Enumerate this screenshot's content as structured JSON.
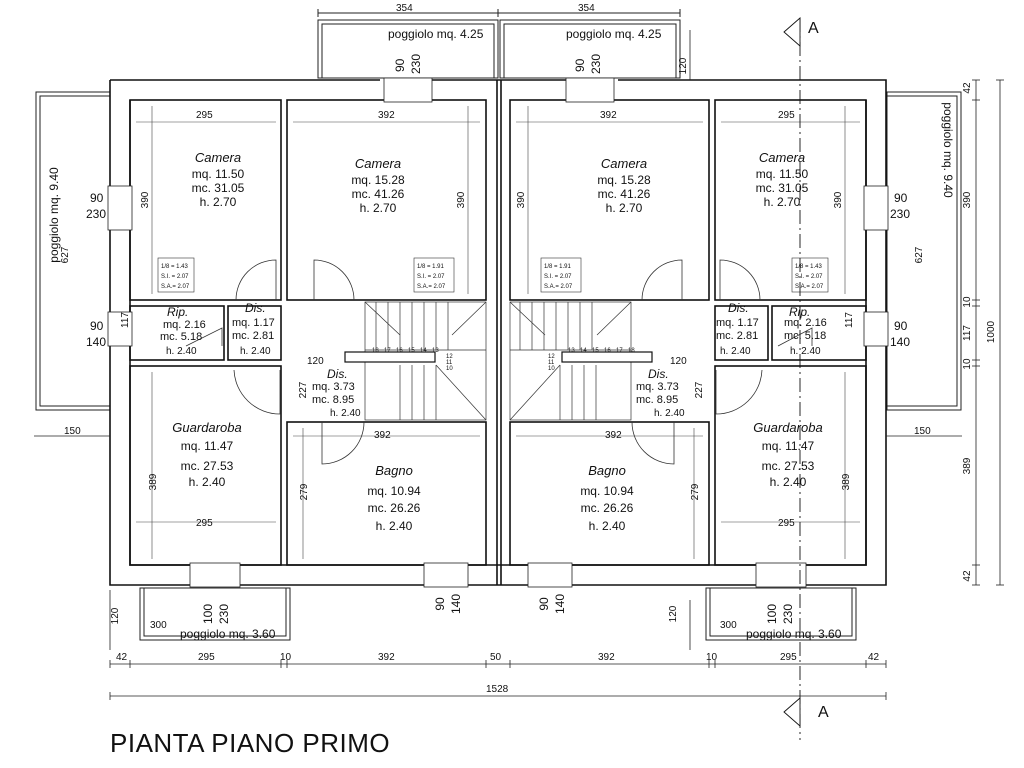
{
  "title": "PIANTA PIANO PRIMO",
  "section_mark": "A",
  "rooms": [
    {
      "id": "camera-l",
      "name": "Camera",
      "mq": "mq. 11.50",
      "mc": "mc. 31.05",
      "h": "h. 2.70"
    },
    {
      "id": "camera-ml",
      "name": "Camera",
      "mq": "mq. 15.28",
      "mc": "mc. 41.26",
      "h": "h. 2.70"
    },
    {
      "id": "camera-mr",
      "name": "Camera",
      "mq": "mq. 15.28",
      "mc": "mc. 41.26",
      "h": "h. 2.70"
    },
    {
      "id": "camera-r",
      "name": "Camera",
      "mq": "mq. 11.50",
      "mc": "mc. 31.05",
      "h": "h. 2.70"
    },
    {
      "id": "rip-l",
      "name": "Rip.",
      "mq": "mq. 2.16",
      "mc": "mc. 5.18",
      "h": "h. 2.40"
    },
    {
      "id": "dis-l",
      "name": "Dis.",
      "mq": "mq. 1.17",
      "mc": "mc. 2.81",
      "h": "h. 2.40"
    },
    {
      "id": "dis-r",
      "name": "Dis.",
      "mq": "mq. 1.17",
      "mc": "mc. 2.81",
      "h": "h. 2.40"
    },
    {
      "id": "rip-r",
      "name": "Rip.",
      "mq": "mq. 2.16",
      "mc": "mc. 5.18",
      "h": "h. 2.40"
    },
    {
      "id": "dis2-l",
      "name": "Dis.",
      "mq": "mq. 3.73",
      "mc": "mc. 8.95",
      "h": "h. 2.40"
    },
    {
      "id": "dis2-r",
      "name": "Dis.",
      "mq": "mq. 3.73",
      "mc": "mc. 8.95",
      "h": "h. 2.40"
    },
    {
      "id": "guard-l",
      "name": "Guardaroba",
      "mq": "mq. 11.47",
      "mc": "mc. 27.53",
      "h": "h. 2.40"
    },
    {
      "id": "bagno-l",
      "name": "Bagno",
      "mq": "mq. 10.94",
      "mc": "mc. 26.26",
      "h": "h. 2.40"
    },
    {
      "id": "bagno-r",
      "name": "Bagno",
      "mq": "mq. 10.94",
      "mc": "mc. 26.26",
      "h": "h. 2.40"
    },
    {
      "id": "guard-r",
      "name": "Guardaroba",
      "mq": "mq. 11.47",
      "mc": "mc. 27.53",
      "h": "h. 2.40"
    }
  ],
  "balconies": {
    "top": "poggiolo mq. 4.25",
    "side": "poggiolo mq. 9.40",
    "bottom": "poggiolo mq. 3.60"
  },
  "light_tables": {
    "a": [
      "1/8 = 1.43",
      "S.I. = 2.07",
      "S.A.= 2.07"
    ],
    "b": [
      "1/8 = 1.91",
      "S.I. = 2.07",
      "S.A.= 2.07"
    ]
  },
  "dims": {
    "d354": "354",
    "d392": "392",
    "d295": "295",
    "d390": "390",
    "d389": "389",
    "d279": "279",
    "d227": "227",
    "d120": "120",
    "d117": "117",
    "d90": "90",
    "d230": "230",
    "d140": "140",
    "d100": "100",
    "d42": "42",
    "d10": "10",
    "d50": "50",
    "d300": "300",
    "d150": "150",
    "d627": "627",
    "d1000": "1000",
    "d1528": "1528"
  },
  "stair_numbers": [
    "18",
    "17",
    "16",
    "15",
    "14",
    "13",
    "12",
    "11",
    "10"
  ]
}
